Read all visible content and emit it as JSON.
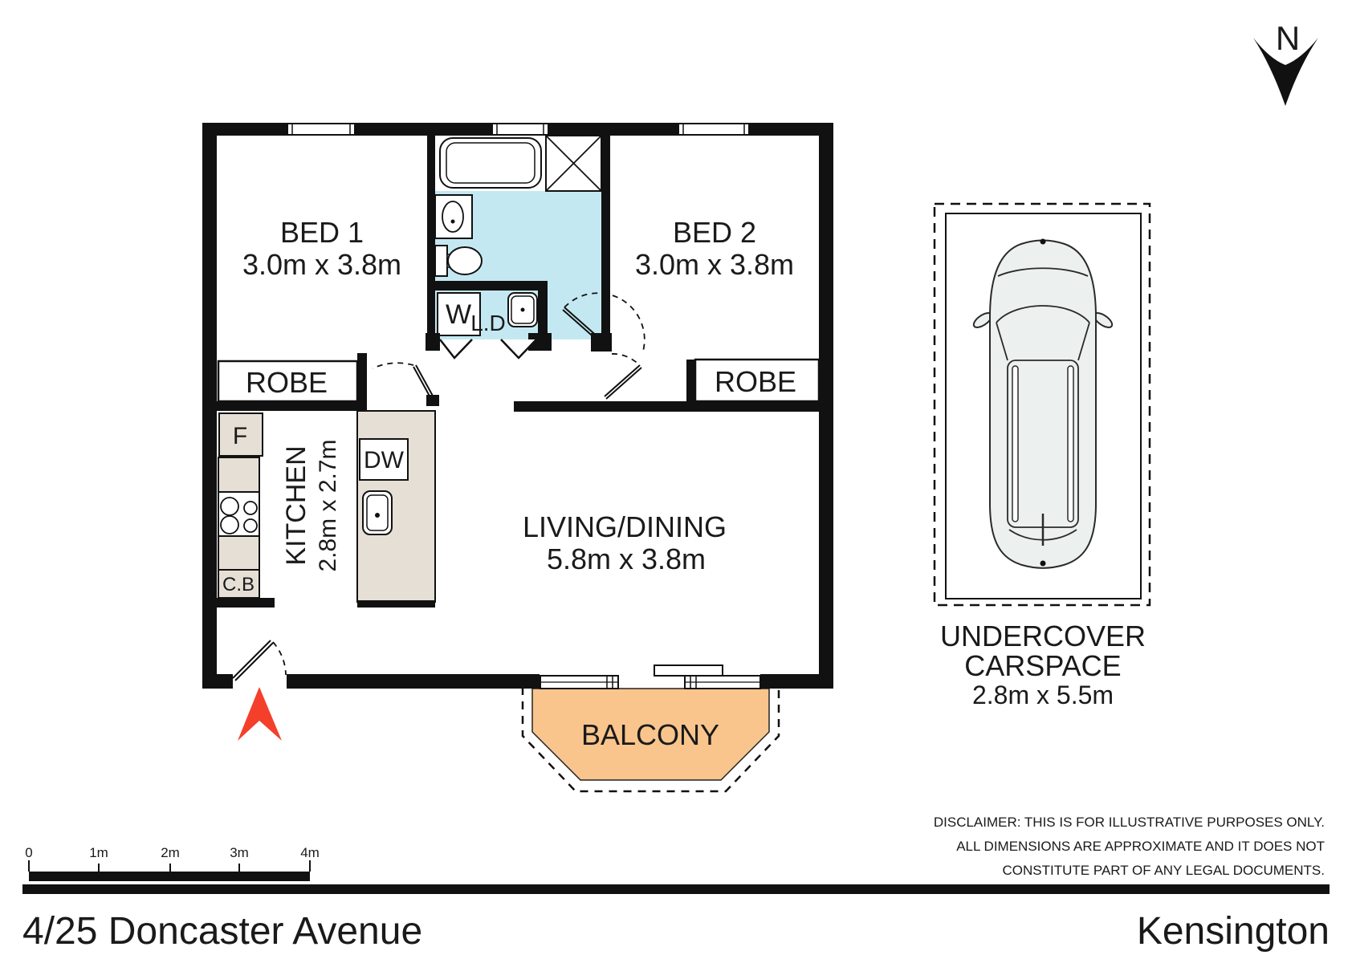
{
  "north": {
    "label": "N"
  },
  "rooms": {
    "bed1": {
      "name": "BED 1",
      "dims": "3.0m x 3.8m"
    },
    "bed2": {
      "name": "BED 2",
      "dims": "3.0m x 3.8m"
    },
    "living": {
      "name": "LIVING/DINING",
      "dims": "5.8m x 3.8m"
    },
    "kitchen": {
      "name": "KITCHEN",
      "dims": "2.8m x 2.7m"
    },
    "balcony": {
      "name": "BALCONY"
    },
    "robe1": {
      "name": "ROBE"
    },
    "robe2": {
      "name": "ROBE"
    },
    "carspace": {
      "line1": "UNDERCOVER",
      "line2": "CARSPACE",
      "dims": "2.8m x 5.5m"
    }
  },
  "fixtures": {
    "washer": "W",
    "laundry": "L.D",
    "dishwasher": "DW",
    "fridge": "F",
    "cupboard": "C.B"
  },
  "scale_bar": {
    "labels": [
      "0",
      "1m",
      "2m",
      "3m",
      "4m"
    ]
  },
  "disclaimer": {
    "line1": "DISCLAIMER: THIS IS FOR ILLUSTRATIVE PURPOSES ONLY.",
    "line2": "ALL DIMENSIONS ARE APPROXIMATE AND IT DOES NOT",
    "line3": "CONSTITUTE PART OF ANY LEGAL DOCUMENTS."
  },
  "footer": {
    "address": "4/25 Doncaster Avenue",
    "suburb": "Kensington"
  },
  "colors": {
    "wall": "#111111",
    "bathroom": "#C4E8F2",
    "balcony": "#F9C58C",
    "counter": "#E6DFD5",
    "arrow": "#F4402B",
    "car_body": "#ECF0EF"
  }
}
